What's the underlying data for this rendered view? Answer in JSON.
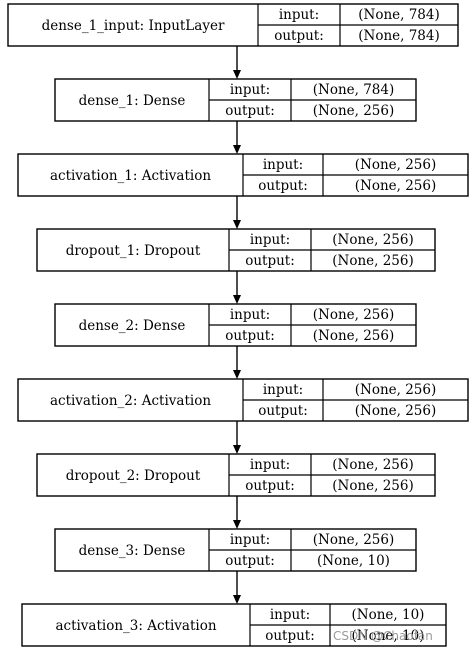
{
  "nodes": [
    {
      "name": "dense_1_input: InputLayer",
      "input": "(None, 784)",
      "output": "(None, 784)"
    },
    {
      "name": "dense_1: Dense",
      "input": "(None, 784)",
      "output": "(None, 256)"
    },
    {
      "name": "activation_1: Activation",
      "input": "(None, 256)",
      "output": "(None, 256)"
    },
    {
      "name": "dropout_1: Dropout",
      "input": "(None, 256)",
      "output": "(None, 256)"
    },
    {
      "name": "dense_2: Dense",
      "input": "(None, 256)",
      "output": "(None, 256)"
    },
    {
      "name": "activation_2: Activation",
      "input": "(None, 256)",
      "output": "(None, 256)"
    },
    {
      "name": "dropout_2: Dropout",
      "input": "(None, 256)",
      "output": "(None, 256)"
    },
    {
      "name": "dense_3: Dense",
      "input": "(None, 256)",
      "output": "(None, 10)"
    },
    {
      "name": "activation_3: Activation",
      "input": "(None, 10)",
      "output": "(None, 10)"
    }
  ],
  "labels": {
    "input": "input:",
    "output": "output:"
  },
  "watermark": "CSDN @Chaofan"
}
